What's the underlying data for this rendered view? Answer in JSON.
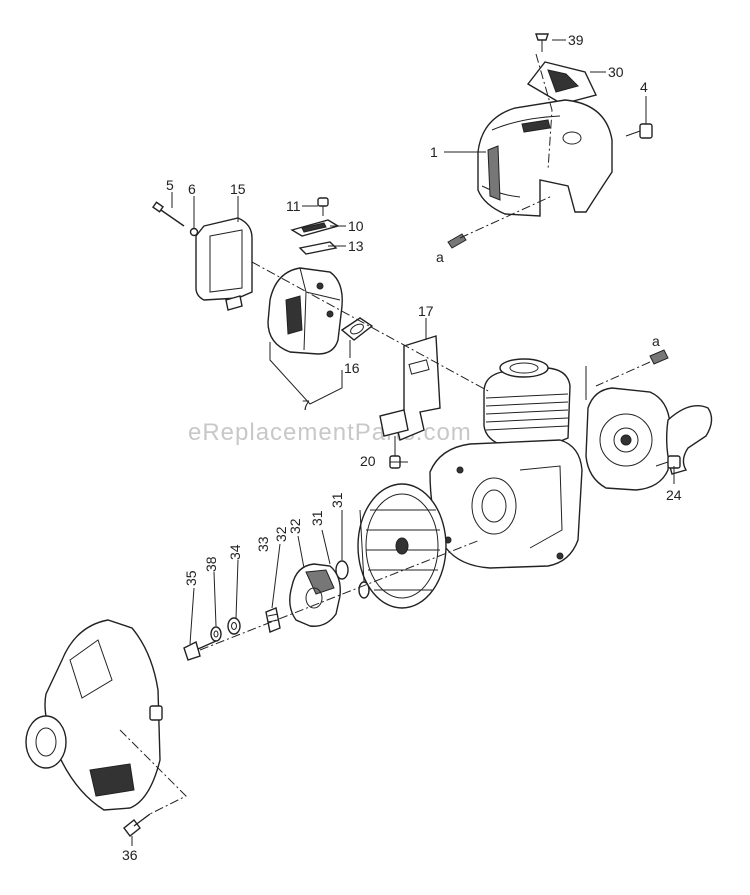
{
  "watermark": "eReplacementParts.com",
  "labels": {
    "p1": "1",
    "p4": "4",
    "p5": "5",
    "p6": "6",
    "p7": "7",
    "p10": "10",
    "p11": "11",
    "p13": "13",
    "p15": "15",
    "p16": "16",
    "p17": "17",
    "p20": "20",
    "p24": "24",
    "p30": "30",
    "p31a": "31",
    "p31b": "31",
    "p32a": "32",
    "p32b": "32",
    "p33": "33",
    "p34": "34",
    "p35": "35",
    "p36": "36",
    "p38": "38",
    "p39": "39",
    "refA1": "a",
    "refA2": "a"
  }
}
